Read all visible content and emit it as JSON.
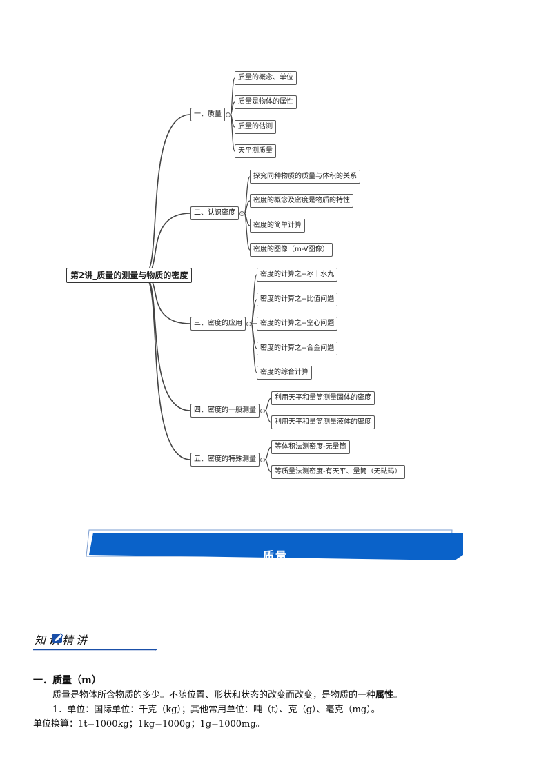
{
  "mindmap": {
    "root": "第2讲_质量的测量与物质的密度",
    "branches": [
      {
        "label": "一、质量",
        "children": [
          "质量的概念、单位",
          "质量是物体的属性",
          "质量的估测",
          "天平测质量"
        ]
      },
      {
        "label": "二、认识密度",
        "children": [
          "探究同种物质的质量与体积的关系",
          "密度的概念及密度是物质的特性",
          "密度的简单计算",
          "密度的图像（m-V图像）"
        ]
      },
      {
        "label": "三、密度的应用",
        "children": [
          "密度的计算之--冰十水九",
          "密度的计算之--比值问题",
          "密度的计算之--空心问题",
          "密度的计算之--合金问题",
          "密度的综合计算"
        ]
      },
      {
        "label": "四、密度的一般测量",
        "children": [
          "利用天平和量筒测量固体的密度",
          "利用天平和量筒测量液体的密度"
        ]
      },
      {
        "label": "五、密度的特殊测量",
        "children": [
          "等体积法测密度-无量筒",
          "等质量法测密度-有天平、量筒（无砝码）"
        ]
      }
    ],
    "toggle_symbol": "-"
  },
  "banner": {
    "title": "质量",
    "color": "#0a62c9"
  },
  "knowledge": {
    "title": "知识精讲",
    "accent": "#1a4fa8"
  },
  "content": {
    "section_title": "一．质量（m）",
    "para1_pre": "质量是物体所含物质的多少。不随位置、形状和状态的改变而改变，是物质的一种",
    "para1_bold": "属性",
    "para1_post": "。",
    "para2": "1．单位：国际单位：千克（kg）；其他常用单位：吨（t）、克（g）、毫克（mg）。",
    "para3": "单位换算：1t=1000kg；1kg=1000g；1g=1000mg。"
  }
}
